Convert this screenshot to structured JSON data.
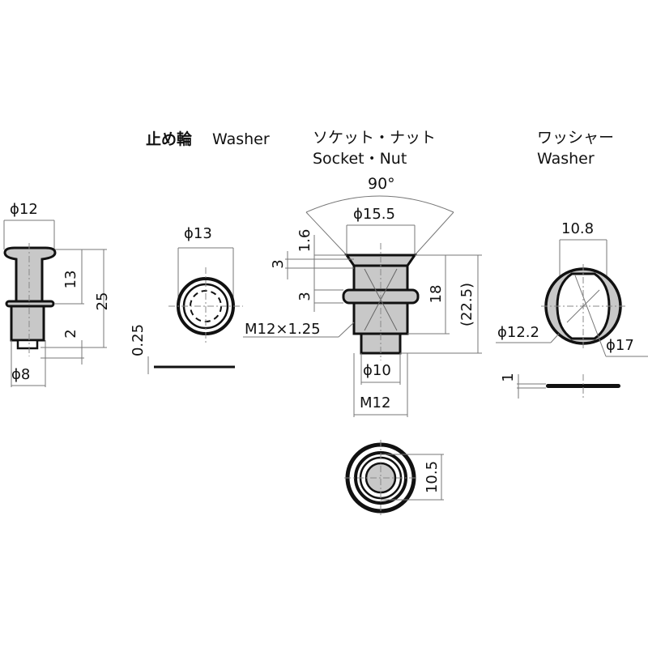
{
  "colors": {
    "line": "#111111",
    "fill": "#c8c8c8",
    "dim": "#777777"
  },
  "parts": {
    "pin": {
      "dims": {
        "head_dia": "ϕ12",
        "upper_len": "13",
        "total_len": "25",
        "tip_len": "2",
        "body_dia": "ϕ8"
      }
    },
    "retaining_washer": {
      "title_jp": "止め輪",
      "title_en": "Washer",
      "dims": {
        "outer_dia": "ϕ13",
        "thickness": "0.25"
      }
    },
    "socket_nut": {
      "title_jp": "ソケット・ナット",
      "title_en": "Socket・Nut",
      "dims": {
        "angle": "90°",
        "head_dia": "ϕ15.5",
        "head_h": "1.6",
        "socket_h": "3",
        "nut_h": "3",
        "thread": "M12×1.25",
        "body_len": "18",
        "total_len": "(22.5)",
        "tip_dia": "ϕ10",
        "thread_dia": "M12",
        "hex_across": "10.5"
      }
    },
    "washer": {
      "title_jp": "ワッシャー",
      "title_en": "Washer",
      "dims": {
        "flat": "10.8",
        "inner_dia": "ϕ12.2",
        "outer_dia": "ϕ17",
        "thickness": "1"
      }
    }
  }
}
